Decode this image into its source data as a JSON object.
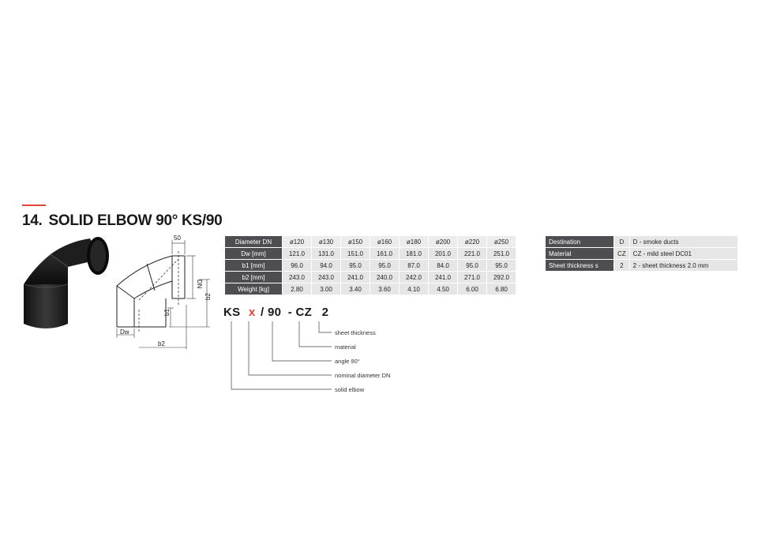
{
  "heading": {
    "number": "14.",
    "title": "SOLID ELBOW 90° KS/90"
  },
  "colors": {
    "accent": "#e2453a",
    "header_bg": "#4d4d52",
    "cell_bg": "#e6e6e6"
  },
  "drawing": {
    "labels": {
      "top": "50",
      "dn": "DN",
      "b2_side": "b2",
      "b1": "b1",
      "dw": "Dw",
      "b2_bottom": "b2"
    }
  },
  "spec_table": {
    "header_label": "Diameter DN",
    "columns": [
      "ø120",
      "ø130",
      "ø150",
      "ø160",
      "ø180",
      "ø200",
      "ø220",
      "ø250"
    ],
    "rows": [
      {
        "label": "Dw [mm]",
        "values": [
          "121.0",
          "131.0",
          "151.0",
          "161.0",
          "181.0",
          "201.0",
          "221.0",
          "251.0"
        ]
      },
      {
        "label": "b1 [mm]",
        "values": [
          "96.0",
          "94.0",
          "95.0",
          "95.0",
          "87.0",
          "84.0",
          "95.0",
          "95.0"
        ]
      },
      {
        "label": "b2 [mm]",
        "values": [
          "243.0",
          "243.0",
          "241.0",
          "240.0",
          "242.0",
          "241.0",
          "271.0",
          "292.0"
        ]
      },
      {
        "label": "Weight [kg]",
        "values": [
          "2.80",
          "3.00",
          "3.40",
          "3.60",
          "4.10",
          "4.50",
          "6.00",
          "6.80"
        ]
      }
    ]
  },
  "dest_table": [
    {
      "key": "Destination",
      "code": "D",
      "value": "D - smoke ducts"
    },
    {
      "key": "Material",
      "code": "CZ",
      "value": "CZ - mild steel DC01"
    },
    {
      "key": "Sheet thickness s",
      "code": "2",
      "value": "2 - sheet thickness 2.0 mm"
    }
  ],
  "code": {
    "parts": [
      "KS",
      "x",
      "/ 90",
      "- CZ",
      "2"
    ],
    "legend": [
      "sheet thickness",
      "material",
      "angle 90°",
      "nominal diameter DN",
      "solid elbow"
    ]
  }
}
